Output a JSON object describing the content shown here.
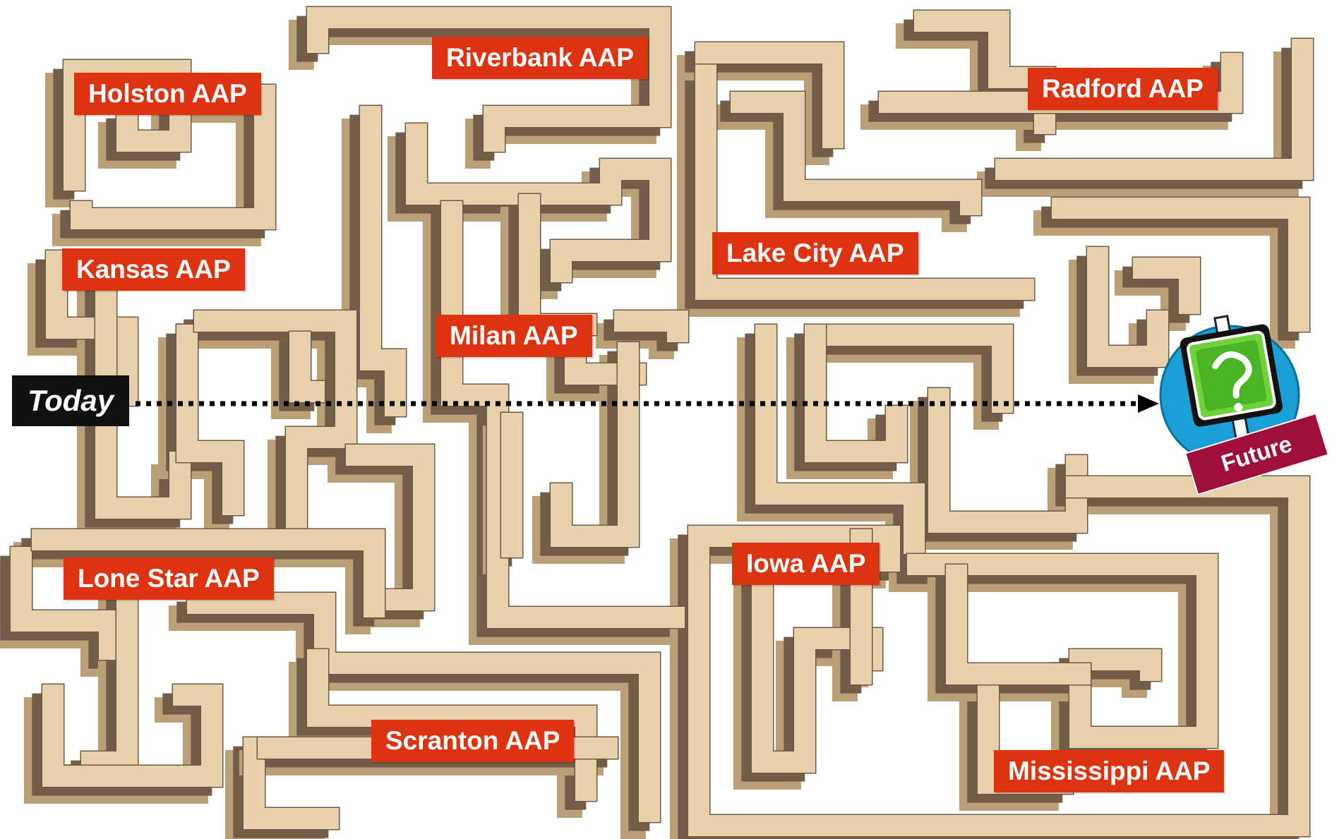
{
  "colors": {
    "wall_top": "#e8d0aa",
    "wall_light": "#bba077",
    "wall_dark": "#735d48",
    "wall_outline": "#6a5b4a",
    "label_bg": "#dd3311",
    "today_bg": "#111111",
    "future_bg": "#9e0f3a",
    "badge_ring": "#1a9fd8",
    "sign_green": "#59c32f",
    "arrow": "#000000"
  },
  "start": {
    "label": "Today"
  },
  "goal": {
    "label": "Future",
    "icon": "question-sign-icon"
  },
  "plants": [
    {
      "id": "holston",
      "name": "Holston AAP"
    },
    {
      "id": "riverbank",
      "name": "Riverbank AAP"
    },
    {
      "id": "radford",
      "name": "Radford AAP"
    },
    {
      "id": "kansas",
      "name": "Kansas AAP"
    },
    {
      "id": "lake-city",
      "name": "Lake City AAP"
    },
    {
      "id": "milan",
      "name": "Milan AAP"
    },
    {
      "id": "lone-star",
      "name": "Lone Star AAP"
    },
    {
      "id": "iowa",
      "name": "Iowa AAP"
    },
    {
      "id": "scranton",
      "name": "Scranton AAP"
    },
    {
      "id": "mississippi",
      "name": "Mississippi AAP"
    }
  ]
}
